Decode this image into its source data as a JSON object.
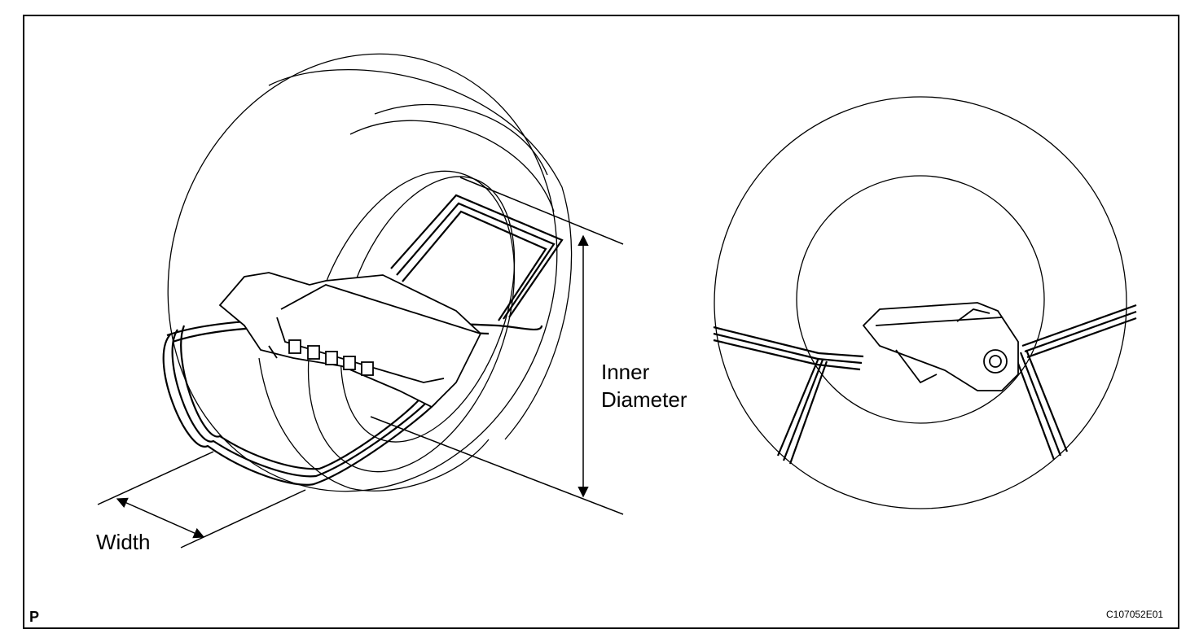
{
  "labels": {
    "inner": "Inner",
    "diameter": "Diameter",
    "width": "Width",
    "corner_mark": "P",
    "figure_code": "C107052E01"
  }
}
